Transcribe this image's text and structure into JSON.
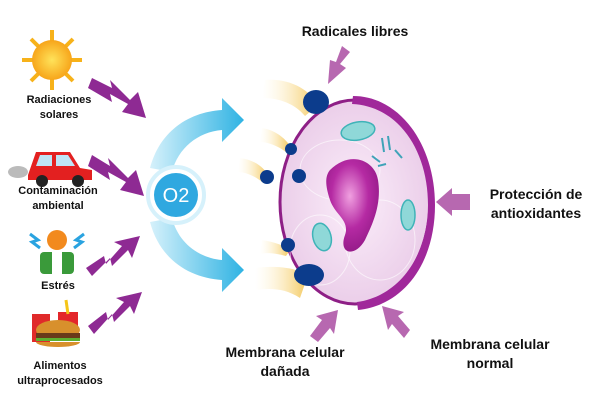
{
  "title_label": "Radicales libres",
  "causes": [
    {
      "label_line1": "Radiaciones",
      "label_line2": "solares",
      "icon": "sun-icon"
    },
    {
      "label_line1": "Contaminación",
      "label_line2": "ambiental",
      "icon": "car-icon"
    },
    {
      "label_line1": "Estrés",
      "label_line2": "",
      "icon": "stressed-person-icon"
    },
    {
      "label_line1": "Alimentos",
      "label_line2": "ultraprocesados",
      "icon": "fast-food-icon"
    }
  ],
  "oxygen_label": "O2",
  "protection_label": {
    "line1": "Protección de",
    "line2": "antioxidantes"
  },
  "damaged_membrane_label": {
    "line1": "Membrana celular",
    "line2": "dañada"
  },
  "normal_membrane_label": {
    "line1": "Membrana celular",
    "line2": "normal"
  },
  "colors": {
    "purple_arrow": "#b768b0",
    "cyan_arrow": "#35b6e3",
    "membrane": "#8e1f86",
    "radical": "#0c3c8c"
  }
}
